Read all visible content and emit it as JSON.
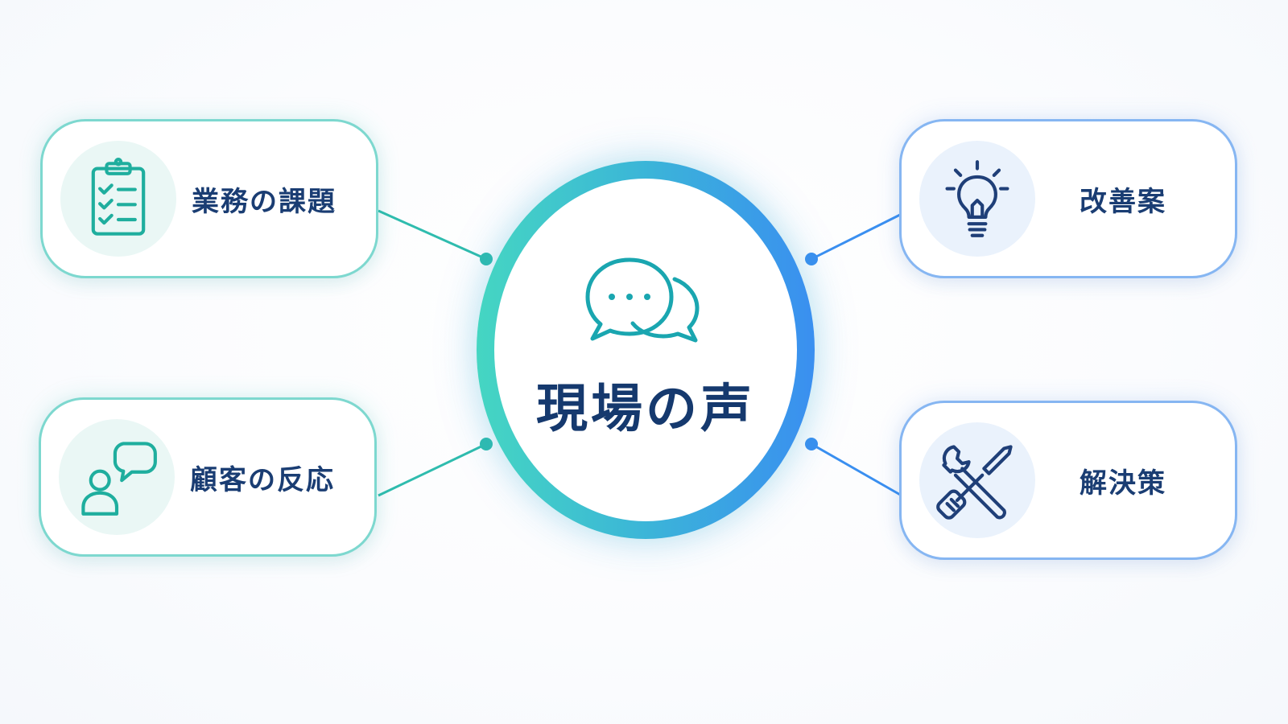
{
  "center": {
    "title": "現場の声",
    "icon": "speech-bubbles-icon"
  },
  "nodes": [
    {
      "id": "top-left",
      "label": "業務の課題",
      "icon": "clipboard-checklist-icon",
      "accent": "#2fb8a8"
    },
    {
      "id": "bottom-left",
      "label": "顧客の反応",
      "icon": "person-speech-icon",
      "accent": "#2fb8a8"
    },
    {
      "id": "top-right",
      "label": "改善案",
      "icon": "lightbulb-icon",
      "accent": "#2d5fa8"
    },
    {
      "id": "bottom-right",
      "label": "解決策",
      "icon": "wrench-screwdriver-icon",
      "accent": "#2d5fa8"
    }
  ],
  "colors": {
    "teal": "#45d6c2",
    "blue": "#3a8ff0",
    "text": "#1a3d73"
  }
}
